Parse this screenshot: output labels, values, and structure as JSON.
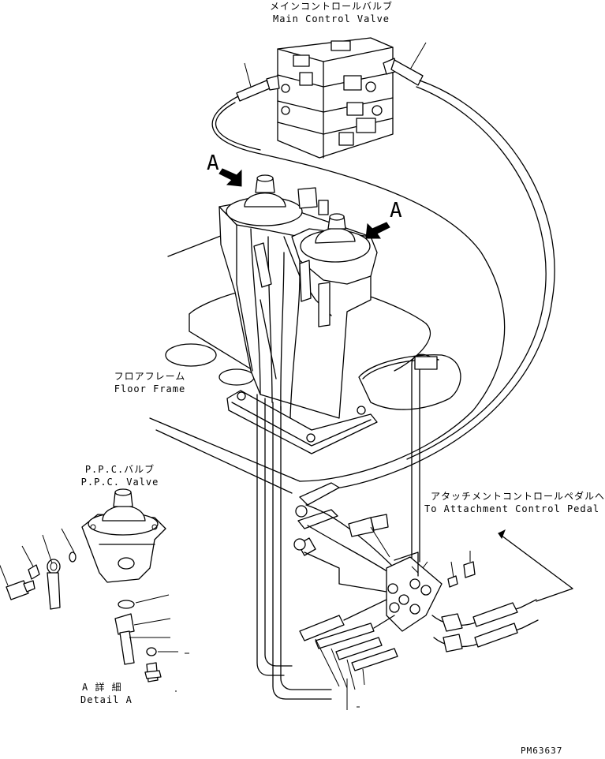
{
  "labels": {
    "main_valve_jp": "メインコントロールバルブ",
    "main_valve_en": "Main Control Valve",
    "floor_frame_jp": "フロアフレーム",
    "floor_frame_en": "Floor Frame",
    "ppc_valve_jp": "P.P.C.バルブ",
    "ppc_valve_en": "P.P.C. Valve",
    "attach_pedal_jp": "アタッチメントコントロールペダルへ",
    "attach_pedal_en": "To Attachment Control Pedal",
    "detail_jp": "A 詳 細",
    "detail_en": "Detail A",
    "arrow_a_left": "A",
    "arrow_a_right": "A",
    "drawing_number": "PM63637"
  }
}
